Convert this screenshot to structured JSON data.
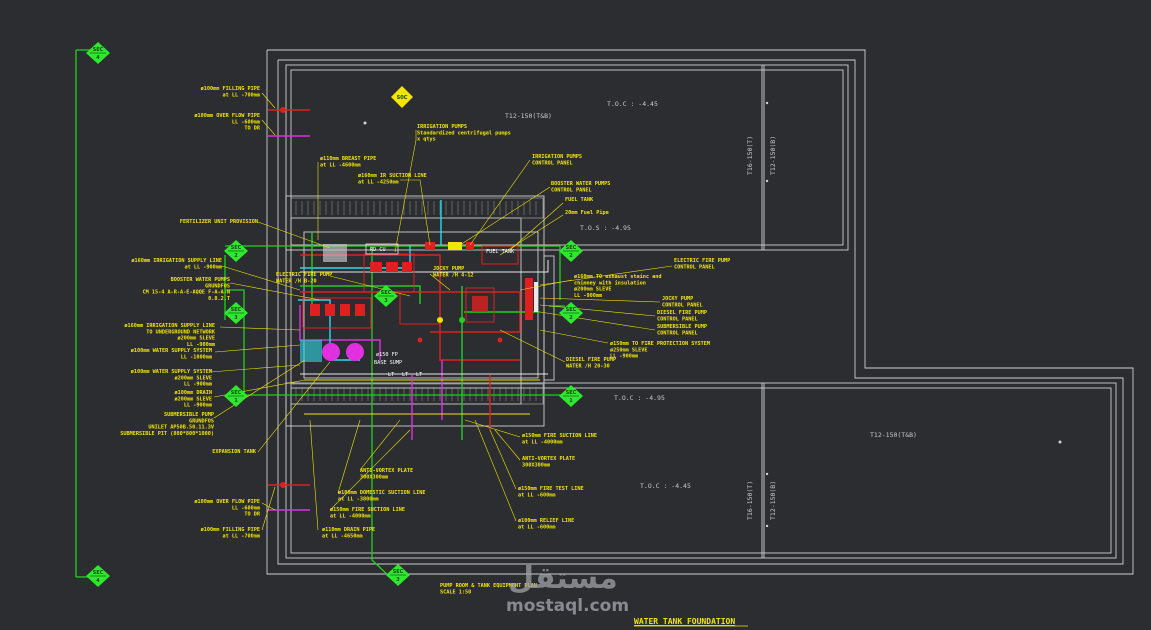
{
  "labels": {
    "filling_top": [
      "ø100mm FILLING PIPE",
      "at LL -700mm"
    ],
    "overflow_top": [
      "ø100mm OVER FLOW PIPE",
      "LL -600mm",
      "TO DR"
    ],
    "irrigation_pumps": [
      "IRRIGATION PUMPS",
      "Standardized centrifugal pumps",
      "x qtys"
    ],
    "ø110_breast": [
      "ø110mm BREAST PIPE",
      "at LL -4600mm"
    ],
    "ir_suction": [
      "ø160mm IR SUCTION LINE",
      "at LL -4250mm"
    ],
    "irrigation_control": [
      "IRRIGATION PUMPS",
      "CONTROL PANEL"
    ],
    "booster_control": [
      "BOOSTER WATER PUMPS",
      "CONTROL PANEL"
    ],
    "fuel_tank": [
      "FUEL TANK"
    ],
    "fuel_pipe": [
      "20mm Fuel Pipe"
    ],
    "fertilizer": [
      "FERTILIZER UNIT PROVISION"
    ],
    "irrigation_supply": [
      "ø160mm IRRIGATION SUPPLY LINE",
      "at LL -900mm"
    ],
    "booster_pumps": [
      "BOOSTER WATER PUMPS",
      "GRUNDFOS",
      "CM 15-4 A-R-A-E-AQQE F-A-A-N",
      "0.8.2.T"
    ],
    "electric_fire": [
      "ELECTRIC FIRE PUMP",
      "WATER /H B-20"
    ],
    "jockey": [
      "JOCKY PUMP",
      "WATER /H 4-12"
    ],
    "electric_fire_control": [
      "ELECTRIC FIRE PUMP",
      "CONTROL PANEL"
    ],
    "exhaust": [
      "ø160mm TO exhaust stainc and",
      "chimney with insulation",
      "ø200mm SLEVE",
      "LL -900mm"
    ],
    "jockey_control": [
      "JOCKY PUMP",
      "CONTROL PANEL"
    ],
    "diesel_control": [
      "DIESEL FIRE PUMP",
      "CONTROL PANEL"
    ],
    "submersible_control": [
      "SUBMERSIBLE PUMP",
      "CONTROL PANEL"
    ],
    "fire_protection": [
      "ø150mm TO FIRE PROTECTION SYSTEM",
      "ø250mm SLEVE",
      "LL -900mm"
    ],
    "diesel_pump": [
      "DIESEL FIRE PUMP",
      "WATER /H 20-30"
    ],
    "irrigation_supply_line2": [
      "ø160mm IRRIGATION SUPPLY LINE",
      "TO UNDERGROUND NETWORK",
      "ø200mm SLEVE",
      "LL -900mm"
    ],
    "water_supply": [
      "ø100mm WATER SUPPLY SYSTEM",
      "LL -1000mm"
    ],
    "water_supply2": [
      "ø100mm WATER SUPPLY SYSTEM",
      "ø200mm SLEVE",
      "LL -900mm"
    ],
    "drain": [
      "ø100mm DRAIN",
      "ø200mm SLEVE",
      "LL -900mm"
    ],
    "submersible_pump": [
      "SUBMERSIBLE PUMP",
      "GRUNDFOS",
      "UNILET AP50B.50.11.3V",
      "SUBMERSIBLE PIT (800*800*1000)"
    ],
    "expansion": [
      "EXPANSION TANK"
    ],
    "fire_suction": [
      "ø150mm FIRE SUCTION LINE",
      "at LL -4000mm"
    ],
    "anti_vortex_r": [
      "ANTI-VORTEX PLATE",
      "300X300mm"
    ],
    "anti_vortex_b": [
      "ANTI-VORTEX PLATE",
      "300X300mm"
    ],
    "domestic_suction": [
      "ø100mm DOMESTIC SUCTION LINE",
      "at LL -3800mm"
    ],
    "fire_suction_b": [
      "ø150mm FIRE SUCTION LINE",
      "at LL -4000mm"
    ],
    "fire_test": [
      "ø150mm FIRE TEST LINE",
      "at LL -600mm"
    ],
    "relief": [
      "ø100mm RELIEF LINE",
      "at LL -600mm"
    ],
    "drain_pipe": [
      "ø110mm DRAIN PIPE",
      "at LL -4650mm"
    ],
    "overflow_bottom": [
      "ø100mm OVER FLOW PIPE",
      "LL -600mm",
      "TO DR"
    ],
    "filling_bottom": [
      "ø100mm FILLING PIPE",
      "at LL -700mm"
    ],
    "pump_room_title": [
      "PUMP ROOM & TANK EQUIPMENT PLAN",
      "SCALE 1:50"
    ]
  },
  "small_labels": {
    "rdcu": "RD CU",
    "fuel_tank_box": "FUEL TANK",
    "hd_fire": "ø150 FP",
    "drain_base": "BASE SUMP",
    "lt_marks": [
      "LT",
      "LT",
      "LT"
    ]
  },
  "section_tags": {
    "top_left": [
      "SEC",
      "4"
    ],
    "bottom_left": [
      "SEC",
      "4"
    ],
    "left_mid_1": [
      "SEC",
      "2"
    ],
    "left_mid_2": [
      "SEC",
      "3"
    ],
    "left_low": [
      "SEC",
      "1"
    ],
    "center_top": [
      "SEC",
      "3"
    ],
    "center_bottom": [
      "SEC",
      "3"
    ],
    "right_top": [
      "SEC",
      "2"
    ],
    "right_mid": [
      "SEC",
      "2"
    ],
    "right_low": [
      "SEC",
      "1"
    ],
    "tank_top": "S0C"
  },
  "tank_labels": {
    "top_rebar": "T12-150(T&B)",
    "top_level": "T.O.C : -4.45",
    "top_bottom_level": "T.O.S : -4.95",
    "top_vert_1": "T16-150(T)",
    "top_vert_2": "T12-150(B)",
    "bottom_rebar": "T12-150(T&B)",
    "bottom_level": "T.O.C : -4.45",
    "bottom_top_level": "T.O.C : -4.95",
    "bottom_vert_1": "T16-150(T)",
    "bottom_vert_2": "T12-150(B)"
  },
  "watermark": {
    "arabic": "مستقل",
    "latin": "mostaql.com"
  },
  "footer_title": "WATER TANK FOUNDATION",
  "colors": {
    "background": "#2b2d31",
    "outline": "#d0d0d0",
    "label": "#f2e600",
    "tag": "#2ee82e",
    "red": "#e02020",
    "magenta": "#e030e0",
    "cyan": "#30d8e8",
    "green": "#20d020"
  }
}
